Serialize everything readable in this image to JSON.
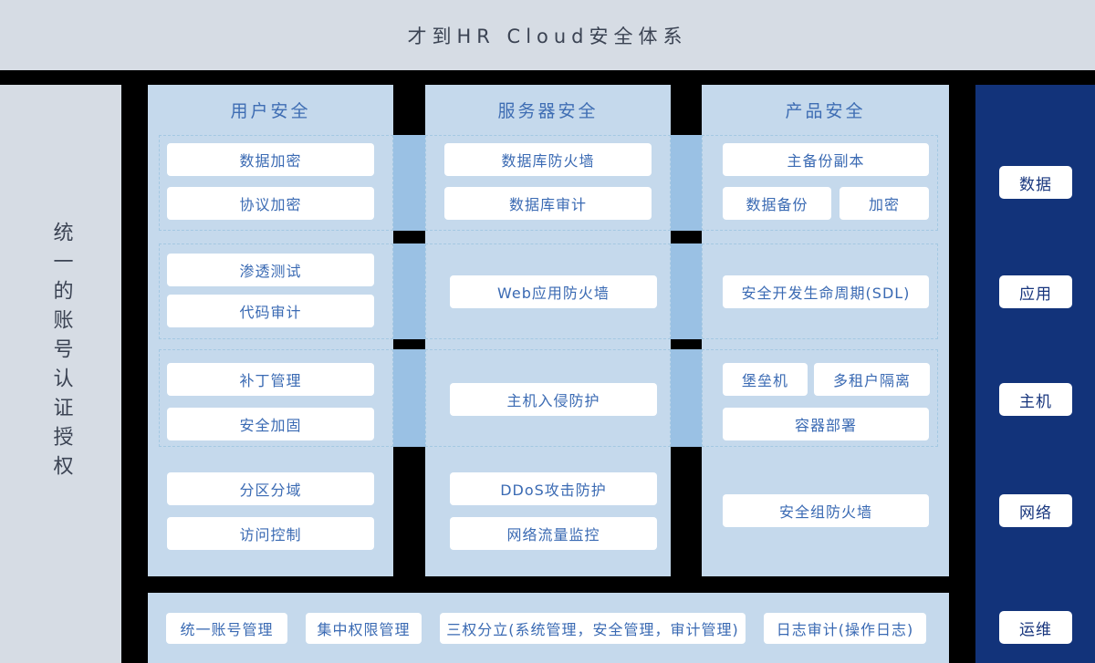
{
  "header": {
    "title": "才到HR Cloud安全体系"
  },
  "left_sidebar": {
    "label": "统一的账号认证授权"
  },
  "columns": [
    {
      "header": "用户安全",
      "groups": [
        {
          "buttons": [
            "数据加密",
            "协议加密"
          ]
        },
        {
          "buttons": [
            "渗透测试",
            "代码审计"
          ]
        },
        {
          "buttons": [
            "补丁管理",
            "安全加固"
          ]
        },
        {
          "buttons": [
            "分区分域",
            "访问控制"
          ]
        }
      ]
    },
    {
      "header": "服务器安全",
      "groups": [
        {
          "buttons": [
            "数据库防火墙",
            "数据库审计"
          ]
        },
        {
          "buttons": [
            "Web应用防火墙"
          ]
        },
        {
          "buttons": [
            "主机入侵防护"
          ]
        },
        {
          "buttons": [
            "DDoS攻击防护",
            "网络流量监控"
          ]
        }
      ]
    },
    {
      "header": "产品安全",
      "groups": [
        {
          "buttons": [
            "主备份副本",
            "数据备份",
            "加密"
          ]
        },
        {
          "buttons": [
            "安全开发生命周期(SDL)"
          ]
        },
        {
          "buttons": [
            "堡垒机",
            "多租户隔离",
            "容器部署"
          ]
        },
        {
          "buttons": [
            "安全组防火墙"
          ]
        }
      ]
    }
  ],
  "right_sidebar": {
    "items": [
      "数据",
      "应用",
      "主机",
      "网络",
      "运维"
    ]
  },
  "bottom_bar": {
    "items": [
      "统一账号管理",
      "集中权限管理",
      "三权分立(系统管理，安全管理，审计管理)",
      "日志审计(操作日志)"
    ]
  },
  "colors": {
    "panel_gray": "#d6dce4",
    "column_blue": "#c5d9ec",
    "bridge_blue": "#9ac1e4",
    "navy": "#12337a",
    "node_text_blue": "#3a6ab3",
    "dark_text": "#3b4353",
    "background": "#000000"
  }
}
